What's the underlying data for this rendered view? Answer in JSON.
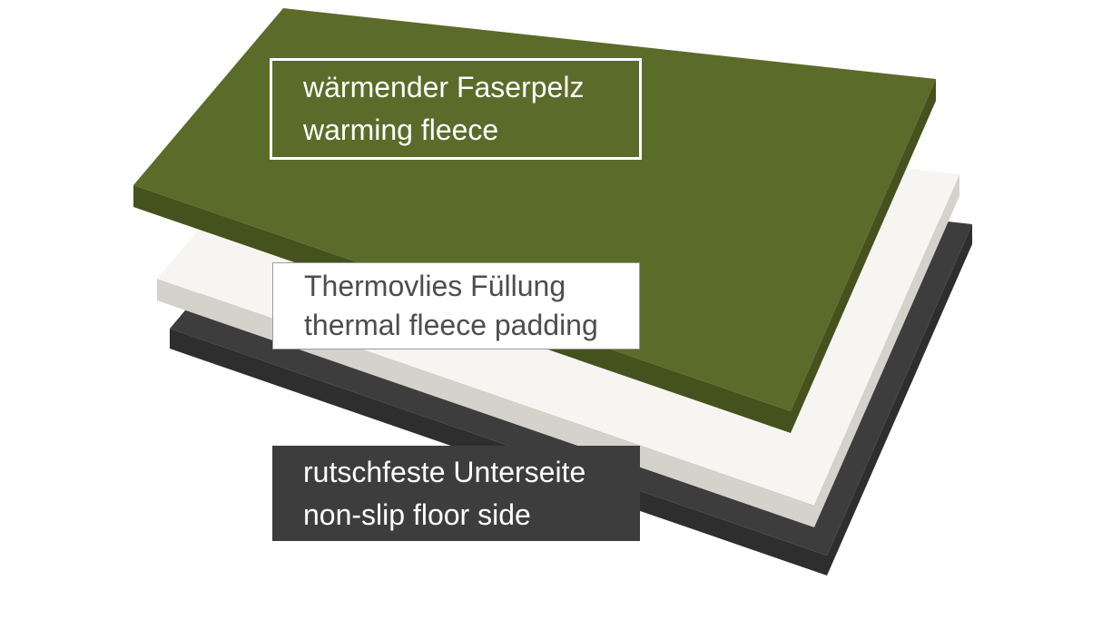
{
  "diagram": {
    "background": "#ffffff",
    "layers": [
      {
        "name": "warming-fleece-layer",
        "label_de": "wärmender Faserpelz",
        "label_en": "warming fleece",
        "top_color": "#5b6b2a",
        "side_color": "#46521d"
      },
      {
        "name": "thermal-padding-layer",
        "label_de": "Thermovlies Füllung",
        "label_en": "thermal fleece padding",
        "top_color": "#f6f5f2",
        "side_color": "#d5d2cb"
      },
      {
        "name": "non-slip-base-layer",
        "label_de": "rutschfeste Unterseite",
        "label_en": "non-slip floor side",
        "top_color": "#3d3d3d",
        "side_color": "#2e2e2e"
      }
    ]
  }
}
